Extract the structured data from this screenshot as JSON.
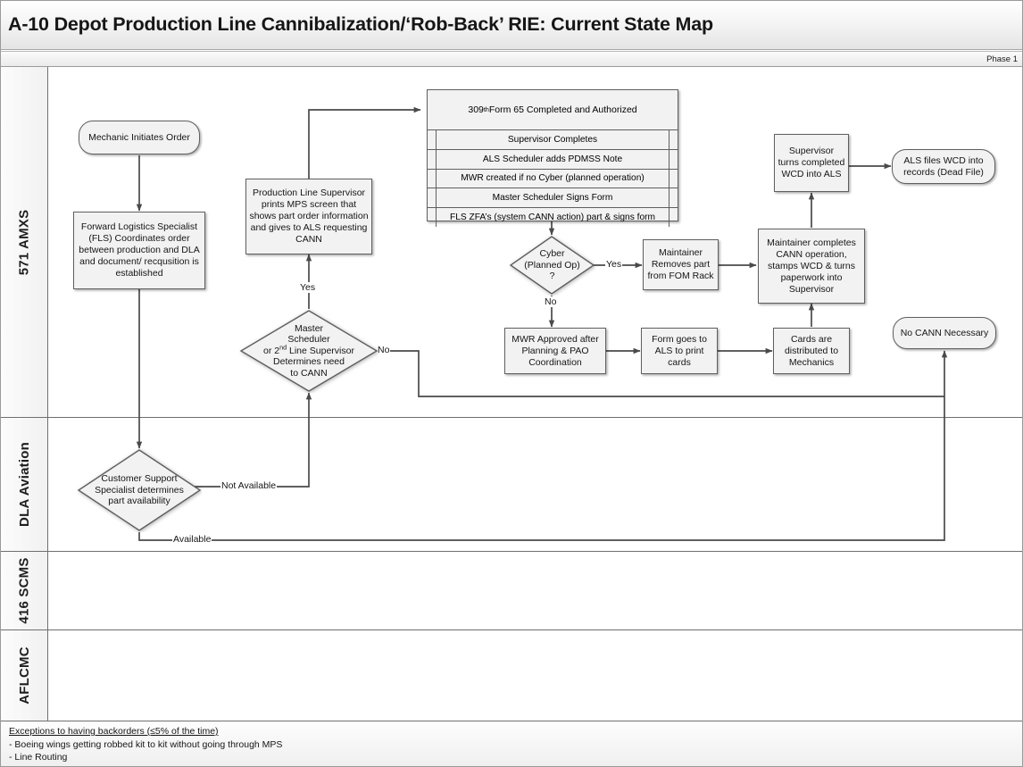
{
  "header": {
    "title": "A-10 Depot Production Line Cannibalization/‘Rob-Back’ RIE: Current State Map",
    "phase_label": "Phase 1"
  },
  "lanes": [
    {
      "id": "lane-571-amxs",
      "label": "571 AMXS"
    },
    {
      "id": "lane-dla-aviation",
      "label": "DLA Aviation"
    },
    {
      "id": "lane-416-scms",
      "label": "416 SCMS"
    },
    {
      "id": "lane-aflcmc",
      "label": "AFLCMC"
    }
  ],
  "nodes": {
    "mechanic_initiates": "Mechanic Initiates Order",
    "fls_coordinates": "Forward Logistics Specialist (FLS) Coordinates order between production and DLA and document/ recqusition is established",
    "prod_line_supervisor": "Production Line Supervisor prints MPS screen that shows part order information and gives to ALS requesting CANN",
    "master_scheduler_line1": "Master",
    "master_scheduler_line2": "Scheduler",
    "master_scheduler_line3a": "or 2",
    "master_scheduler_line3b": "nd",
    "master_scheduler_line3c": " Line Supervisor",
    "master_scheduler_line4": "Determines need",
    "master_scheduler_line5": "to CANN",
    "cyber_line1": "Cyber",
    "cyber_line2": "(Planned Op)",
    "cyber_line3": "?",
    "maintainer_removes": "Maintainer Removes part from FOM Rack",
    "maintainer_completes": "Maintainer completes CANN operation, stamps WCD & turns paperwork into Supervisor",
    "supervisor_turns": "Supervisor turns completed WCD into ALS",
    "als_files_wcd": "ALS files WCD into records (Dead File)",
    "mwr_approved": "MWR Approved after Planning & PAO Coordination",
    "form_goes_als": "Form goes to ALS to print cards",
    "cards_distributed": "Cards are distributed to Mechanics",
    "no_cann_necessary": "No CANN Necessary",
    "customer_support": "Customer Support Specialist determines part availability"
  },
  "form65": {
    "header": "309",
    "header_sup": "th",
    "header_rest": " Form 65 Completed and Authorized",
    "rows": [
      "Supervisor Completes",
      "ALS Scheduler adds PDMSS Note",
      "MWR created if no Cyber (planned operation)",
      "Master Scheduler Signs Form",
      "FLS ZFA’s (system CANN action)  part & signs form"
    ]
  },
  "edge_labels": {
    "yes_master": "Yes",
    "no_master": "No",
    "yes_cyber": "Yes",
    "no_cyber": "No",
    "not_available": "Not Available",
    "available": "Available"
  },
  "footer": {
    "heading": "Exceptions to having backorders (≤5% of the time)",
    "bullet1": "- Boeing wings getting robbed kit to kit without going through MPS",
    "bullet2": "- Line Routing"
  },
  "colors": {
    "shape_fill": "#f2f2f2",
    "shape_border": "#5f5f5f",
    "lane_border": "#6f6f6f",
    "wire": "#4a4a4a"
  }
}
